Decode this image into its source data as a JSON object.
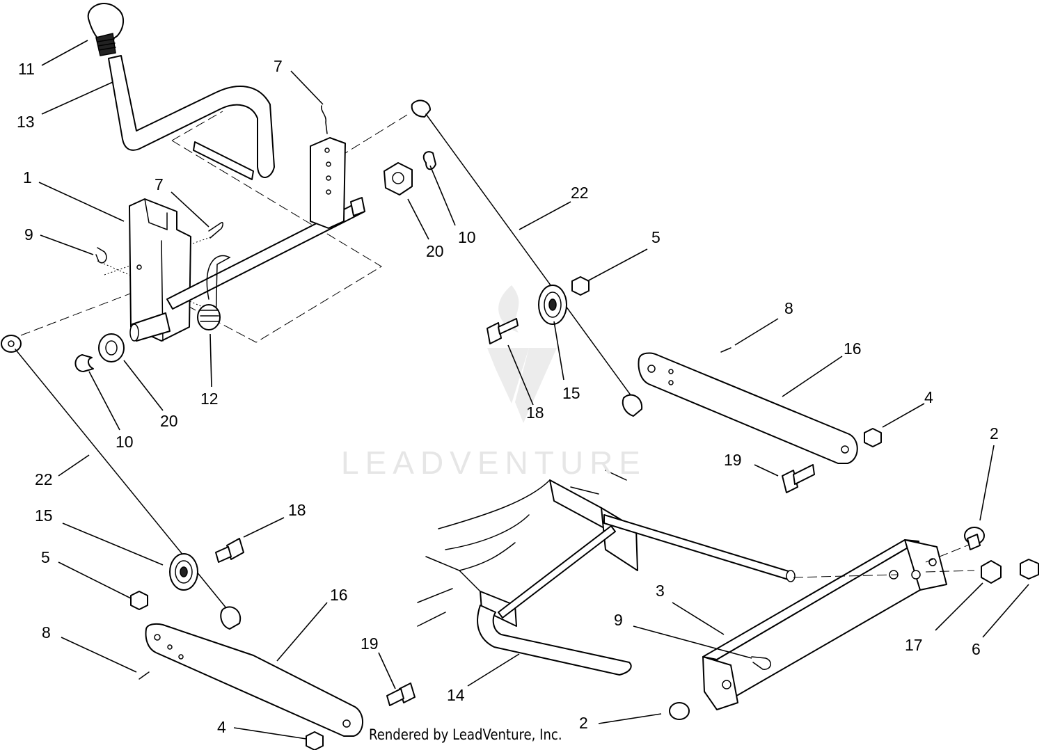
{
  "watermark": {
    "text": "LEADVENTURE"
  },
  "footer": {
    "credit": "Rendered by LeadVenture, Inc."
  },
  "callouts": {
    "c11": "11",
    "c13": "13",
    "c7a": "7",
    "c1": "1",
    "c7b": "7",
    "c9a": "9",
    "c20a": "20",
    "c10a": "10",
    "c22a": "22",
    "c5a": "5",
    "c8a": "8",
    "c16a": "16",
    "c4a": "4",
    "c15a": "15",
    "c18a": "18",
    "c12": "12",
    "c20b": "20",
    "c10b": "10",
    "c22b": "22",
    "c15b": "15",
    "c18b": "18",
    "c5b": "5",
    "c16b": "16",
    "c8b": "8",
    "c19a": "19",
    "c19b": "19",
    "c4b": "4",
    "c2a": "2",
    "c3": "3",
    "c9b": "9",
    "c17": "17",
    "c6": "6",
    "c14": "14",
    "c2b": "2"
  }
}
